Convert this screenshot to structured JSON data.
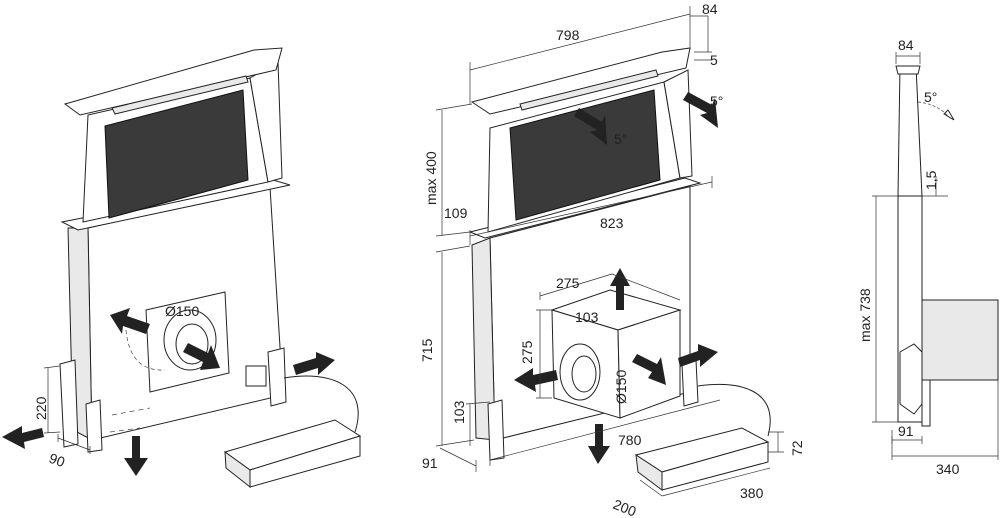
{
  "views": {
    "front": {
      "duct_label": "Ø150",
      "dims": {
        "height_220": "220",
        "depth_90": "90"
      }
    },
    "middle": {
      "dims": {
        "width_798": "798",
        "top_84": "84",
        "gap_5": "5",
        "tilt_5a": "5°",
        "tilt_5b": "5°",
        "max_400": "max 400",
        "left_109": "109",
        "width_823": "823",
        "box_275_top": "275",
        "box_103": "103",
        "box_275_side": "275",
        "height_715": "715",
        "duct_150": "Ø150",
        "base_103": "103",
        "base_91": "91",
        "width_780": "780",
        "motor_72": "72",
        "motor_200": "200",
        "motor_380": "380"
      }
    },
    "side": {
      "dims": {
        "top_84": "84",
        "tilt_5": "5°",
        "gap_1_5": "1,5",
        "max_738": "max 738",
        "base_91": "91",
        "depth_340": "340"
      }
    }
  }
}
